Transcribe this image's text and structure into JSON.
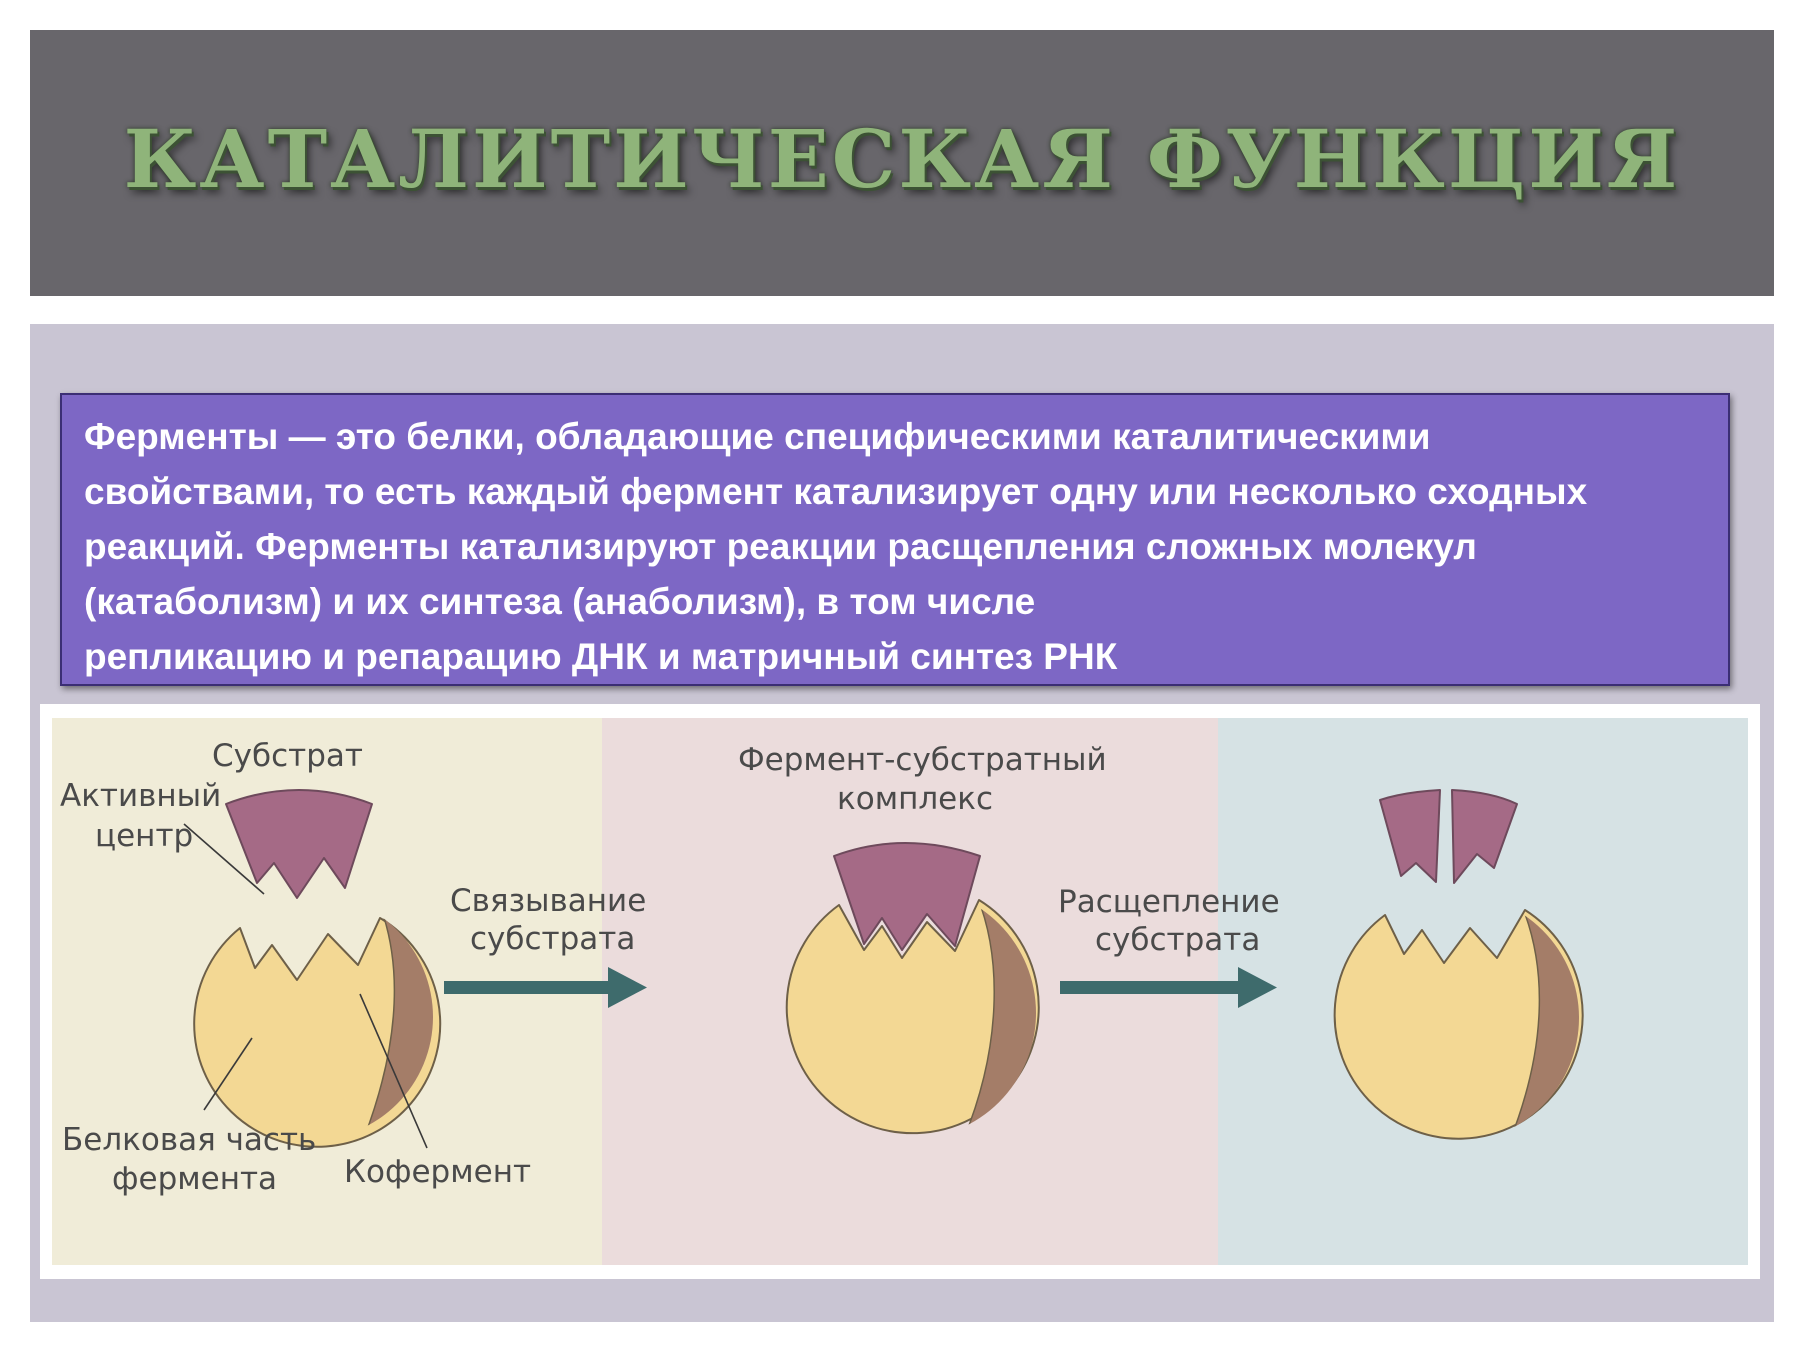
{
  "title": "КАТАЛИТИЧЕСКАЯ ФУНКЦИЯ",
  "definition": {
    "lines": [
      "Ферменты — это белки, обладающие специфическими каталитическими",
      "свойствами, то есть каждый фермент катализирует одну или несколько сходных",
      "реакций. Ферменты катализируют реакции расщепления сложных молекул",
      "(катаболизм) и их синтеза (анаболизм), в том числе",
      "репликацию и репарацию ДНК и матричный синтез РНК"
    ]
  },
  "diagram": {
    "panel_colors": [
      "#f0ecd8",
      "#ebdcdc",
      "#d6e2e4"
    ],
    "colors": {
      "enzyme": "#f3d894",
      "enzyme_outline": "#6e6048",
      "coenzyme": "#a47d68",
      "substrate": "#a56a86",
      "arrow": "#3e6b6c"
    },
    "labels": {
      "substrate": "Субстрат",
      "active_center_1": "Активный",
      "active_center_2": "центр",
      "protein_part_1": "Белковая часть",
      "protein_part_2": "фермента",
      "coenzyme": "Кофермент",
      "complex_1": "Фермент-субстратный",
      "complex_2": "комплекс",
      "binding_1": "Связывание",
      "binding_2": "субстрата",
      "cleavage_1": "Расщепление",
      "cleavage_2": "субстрата"
    }
  }
}
